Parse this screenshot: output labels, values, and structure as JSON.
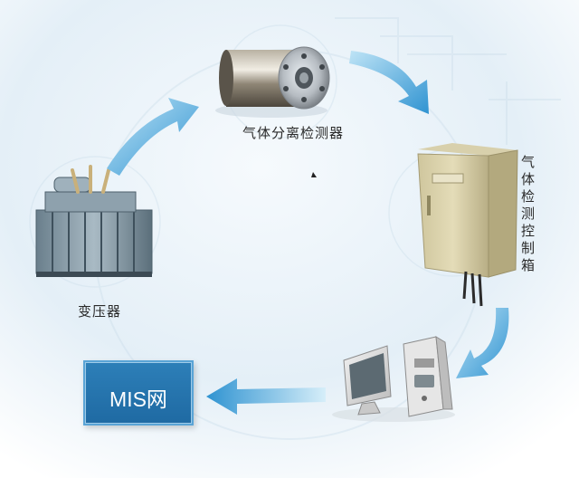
{
  "nodes": {
    "gas_separation_detector": "气体分离检测器",
    "gas_detection_control_box": "气体检测控制箱",
    "transformer": "变压器",
    "mis_network": "MIS网"
  },
  "colors": {
    "arrow": "#3aa0d8",
    "mis_box": "#2474ad",
    "background_tint": "#dcebf5"
  }
}
